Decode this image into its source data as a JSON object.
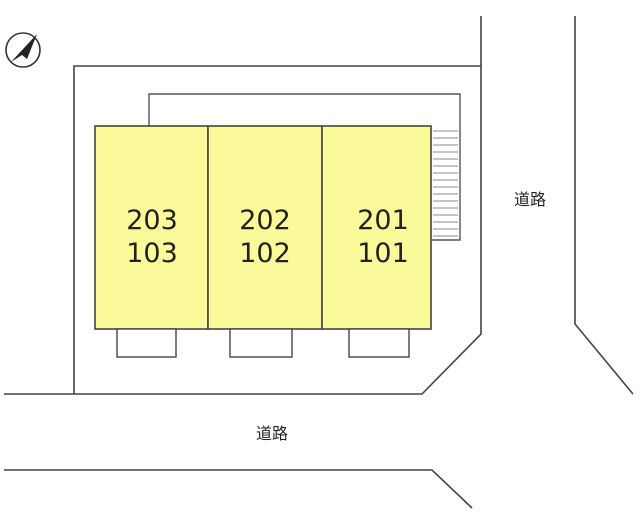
{
  "compass": {
    "icon": "north-arrow-icon"
  },
  "roads": {
    "east_label": "道路",
    "south_label": "道路"
  },
  "units": [
    {
      "upper": "203",
      "lower": "103"
    },
    {
      "upper": "202",
      "lower": "102"
    },
    {
      "upper": "201",
      "lower": "101"
    }
  ],
  "colors": {
    "unit_fill": "#fafa9b",
    "line": "#444444"
  }
}
